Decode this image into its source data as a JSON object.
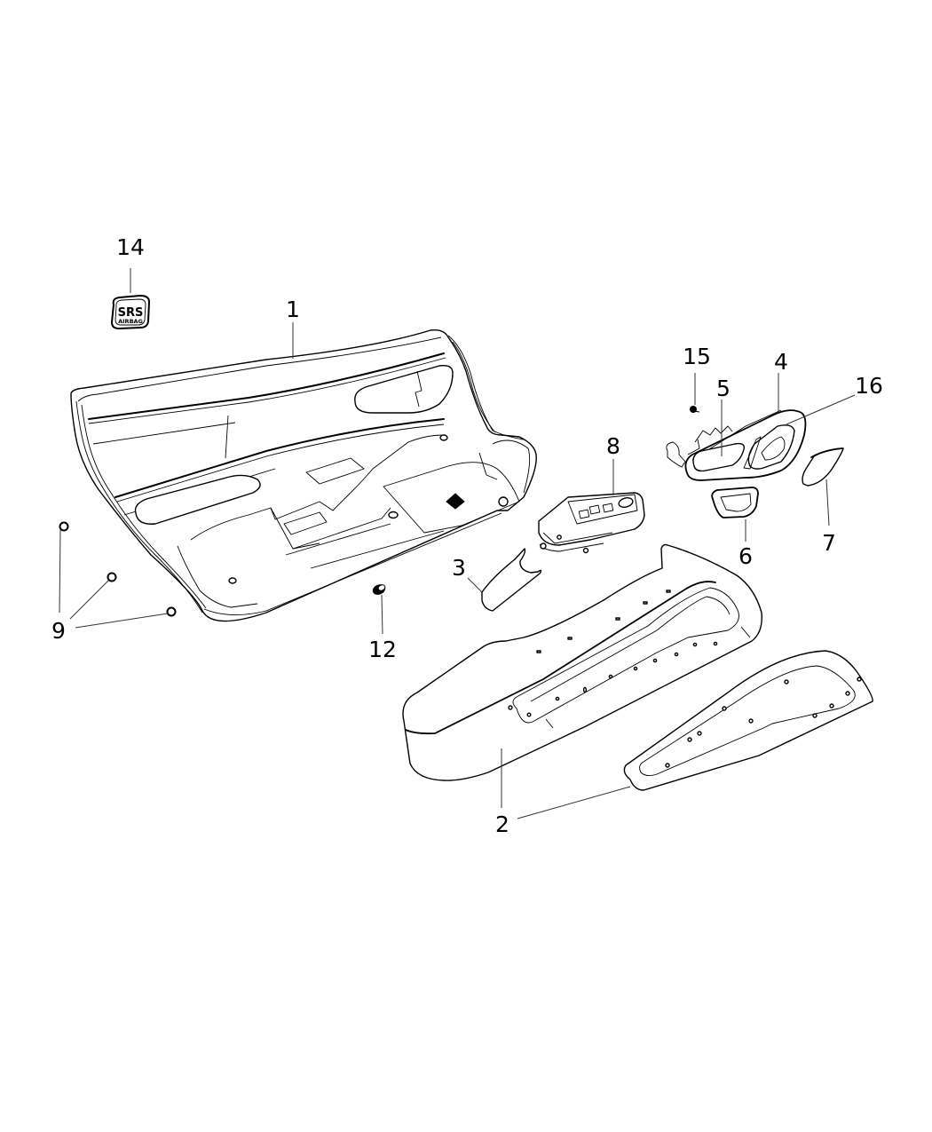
{
  "diagram": {
    "type": "exploded-parts-diagram",
    "subject": "Front door trim panel assembly",
    "background": "#ffffff",
    "line_color": "#000000"
  },
  "badge": {
    "line1": "SRS",
    "line2": "AIRBAG"
  },
  "callouts": [
    {
      "id": "c1",
      "label": "1",
      "part": "door-trim-panel"
    },
    {
      "id": "c2",
      "label": "2",
      "part": "armrest-bezel-and-insert"
    },
    {
      "id": "c3",
      "label": "3",
      "part": "armrest-pad"
    },
    {
      "id": "c4",
      "label": "4",
      "part": "door-handle-bezel"
    },
    {
      "id": "c5",
      "label": "5",
      "part": "inside-door-handle"
    },
    {
      "id": "c6",
      "label": "6",
      "part": "pull-cup"
    },
    {
      "id": "c7",
      "label": "7",
      "part": "mirror-switch-cover"
    },
    {
      "id": "c8",
      "label": "8",
      "part": "power-window-switch"
    },
    {
      "id": "c9",
      "label": "9",
      "part": "push-pin-retainers"
    },
    {
      "id": "c12",
      "label": "12",
      "part": "retainer-clip"
    },
    {
      "id": "c14",
      "label": "14",
      "part": "screw"
    },
    {
      "id": "c15",
      "label": "15",
      "part": "memory-seat-switch"
    },
    {
      "id": "c16",
      "label": "16",
      "part": "srs-airbag-badge"
    }
  ]
}
